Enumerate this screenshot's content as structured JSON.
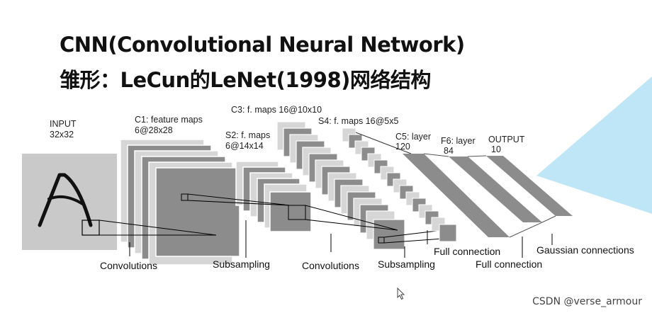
{
  "title": {
    "line1": "CNN(Convolutional Neural Network)",
    "line2": "雏形：LeCun的LeNet(1998)网络结构"
  },
  "layers": {
    "input": {
      "name": "INPUT",
      "size": "32x32"
    },
    "c1": {
      "name": "C1: feature maps",
      "size": "6@28x28"
    },
    "s2": {
      "name": "S2: f. maps",
      "size": "6@14x14"
    },
    "c3": {
      "name": "C3: f. maps 16@10x10"
    },
    "s4": {
      "name": "S4: f. maps 16@5x5"
    },
    "c5": {
      "name": "C5: layer",
      "size": "120"
    },
    "f6": {
      "name": "F6: layer",
      "size": "84"
    },
    "output": {
      "name": "OUTPUT",
      "size": "10"
    }
  },
  "operations": {
    "conv1": "Convolutions",
    "sub1": "Subsampling",
    "conv2": "Convolutions",
    "sub2": "Subsampling",
    "full1": "Full connection",
    "full2": "Full connection",
    "gauss": "Gaussian connections"
  },
  "watermark": "CSDN @verse_armour",
  "colors": {
    "map_fill": "#8c8c8c",
    "input_fill": "#c9c9c9",
    "light_map": "#d6d6d6",
    "accent_shape": "#bfe6f6"
  }
}
